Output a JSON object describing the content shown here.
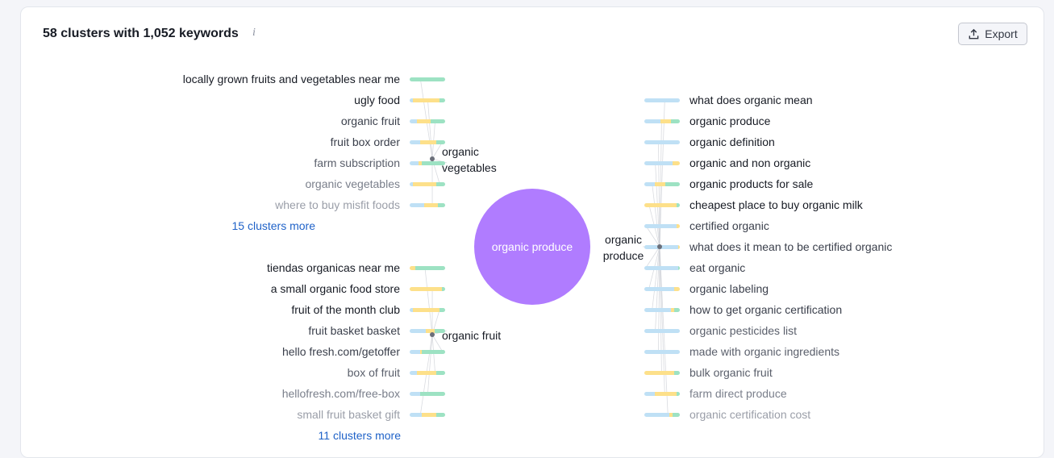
{
  "header": {
    "title": "58 clusters with 1,052 keywords",
    "info_icon": "info-icon",
    "export_label": "Export"
  },
  "center": {
    "label": "organic produce"
  },
  "colors": {
    "blue": "#bfe0f5",
    "yellow": "#fde08a",
    "green": "#9de2c3",
    "center": "#b07cff",
    "link": "#1f62c8"
  },
  "clusters": [
    {
      "label": "organic vegetables",
      "more": "15 clusters more",
      "keywords": [
        {
          "text": "locally grown fruits and vegetables near me",
          "shade": "#171b24",
          "bar": [
            0,
            0,
            1
          ]
        },
        {
          "text": "ugly food",
          "shade": "#171b24",
          "bar": [
            0.1,
            0.75,
            0.15
          ]
        },
        {
          "text": "organic fruit",
          "shade": "#3a3f4b",
          "bar": [
            0.2,
            0.4,
            0.4
          ]
        },
        {
          "text": "fruit box order",
          "shade": "#3a3f4b",
          "bar": [
            0.3,
            0.45,
            0.25
          ]
        },
        {
          "text": "farm subscription",
          "shade": "#5a5f6b",
          "bar": [
            0.25,
            0.1,
            0.65
          ]
        },
        {
          "text": "organic vegetables",
          "shade": "#7a7f8b",
          "bar": [
            0.1,
            0.65,
            0.25
          ]
        },
        {
          "text": "where to buy misfit foods",
          "shade": "#9a9ea8",
          "bar": [
            0.4,
            0.4,
            0.2
          ]
        }
      ]
    },
    {
      "label": "organic fruit",
      "more": "11 clusters more",
      "keywords": [
        {
          "text": "tiendas organicas near me",
          "shade": "#171b24",
          "bar": [
            0,
            0.15,
            0.85
          ]
        },
        {
          "text": "a small organic food store",
          "shade": "#171b24",
          "bar": [
            0,
            0.9,
            0.1
          ]
        },
        {
          "text": "fruit of the month club",
          "shade": "#171b24",
          "bar": [
            0.1,
            0.75,
            0.15
          ]
        },
        {
          "text": "fruit basket basket",
          "shade": "#3a3f4b",
          "bar": [
            0.45,
            0.25,
            0.3
          ]
        },
        {
          "text": "hello fresh.com/getoffer",
          "shade": "#3a3f4b",
          "bar": [
            0.3,
            0.05,
            0.65
          ]
        },
        {
          "text": "box of fruit",
          "shade": "#5a5f6b",
          "bar": [
            0.2,
            0.55,
            0.25
          ]
        },
        {
          "text": "hellofresh.com/free-box",
          "shade": "#7a7f8b",
          "bar": [
            0.3,
            0,
            0.7
          ]
        },
        {
          "text": "small fruit basket gift",
          "shade": "#9a9ea8",
          "bar": [
            0.35,
            0.4,
            0.25
          ]
        }
      ]
    },
    {
      "label": "organic produce",
      "more": "",
      "keywords": [
        {
          "text": "what does organic mean",
          "shade": "#171b24",
          "bar": [
            1,
            0,
            0
          ]
        },
        {
          "text": "organic produce",
          "shade": "#171b24",
          "bar": [
            0.45,
            0.3,
            0.25
          ]
        },
        {
          "text": "organic definition",
          "shade": "#171b24",
          "bar": [
            1,
            0,
            0
          ]
        },
        {
          "text": "organic and non organic",
          "shade": "#171b24",
          "bar": [
            0.8,
            0.2,
            0
          ]
        },
        {
          "text": "organic products for sale",
          "shade": "#171b24",
          "bar": [
            0.3,
            0.3,
            0.4
          ]
        },
        {
          "text": "cheapest place to buy organic milk",
          "shade": "#171b24",
          "bar": [
            0,
            0.9,
            0.1
          ]
        },
        {
          "text": "certified organic",
          "shade": "#3a3f4b",
          "bar": [
            0.9,
            0.1,
            0
          ]
        },
        {
          "text": "what does it mean to be certified organic",
          "shade": "#3a3f4b",
          "bar": [
            0.95,
            0.05,
            0
          ]
        },
        {
          "text": "eat organic",
          "shade": "#3a3f4b",
          "bar": [
            0.95,
            0,
            0.05
          ]
        },
        {
          "text": "organic labeling",
          "shade": "#3a3f4b",
          "bar": [
            0.85,
            0.15,
            0
          ]
        },
        {
          "text": "how to get organic certification",
          "shade": "#3a3f4b",
          "bar": [
            0.75,
            0.1,
            0.15
          ]
        },
        {
          "text": "organic pesticides list",
          "shade": "#5a5f6b",
          "bar": [
            1,
            0,
            0
          ]
        },
        {
          "text": "made with organic ingredients",
          "shade": "#5a5f6b",
          "bar": [
            1,
            0,
            0
          ]
        },
        {
          "text": "bulk organic fruit",
          "shade": "#5a5f6b",
          "bar": [
            0,
            0.85,
            0.15
          ]
        },
        {
          "text": "farm direct produce",
          "shade": "#7a7f8b",
          "bar": [
            0.3,
            0.6,
            0.1
          ]
        },
        {
          "text": "organic certification cost",
          "shade": "#9a9ea8",
          "bar": [
            0.7,
            0.1,
            0.2
          ]
        }
      ]
    }
  ]
}
